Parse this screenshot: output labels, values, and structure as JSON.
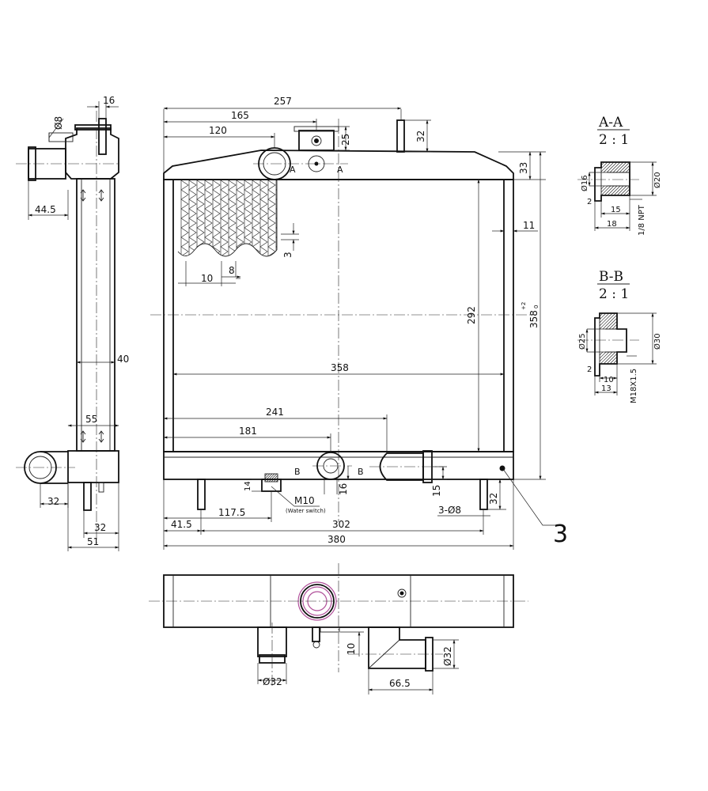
{
  "sections": {
    "aa": {
      "title": "A-A",
      "scale": "2 : 1",
      "d1": "Ø16",
      "d2": "Ø20",
      "w1": "15",
      "w2": "18",
      "thread": "1/8 NPT",
      "wall": "2"
    },
    "bb": {
      "title": "B-B",
      "scale": "2 : 1",
      "d1": "Ø25",
      "d2": "Ø30",
      "w1": "10",
      "w2": "13",
      "thread": "M18X1.5",
      "wall": "2"
    }
  },
  "front": {
    "dim_257": "257",
    "dim_165": "165",
    "dim_120": "120",
    "dim_25": "25",
    "dim_32_top": "32",
    "dim_33": "33",
    "dim_11": "11",
    "dim_292": "292",
    "dim_358_h": "358",
    "tol_upper": "+2",
    "tol_lower": "0",
    "dim_358_w": "358",
    "dim_241": "241",
    "dim_181": "181",
    "dim_10": "10",
    "dim_8": "8",
    "dim_3": "3",
    "dim_14": "14",
    "dim_16": "16",
    "dim_15": "15",
    "dim_32_leg": "32",
    "dim_117_5": "117.5",
    "dim_41_5": "41.5",
    "dim_302": "302",
    "dim_380": "380",
    "holes": "3-Ø8",
    "m10": "M10",
    "water_switch": "(Water switch)",
    "cut_a": "A",
    "cut_b": "B",
    "callout": "3"
  },
  "side": {
    "dim_16": "16",
    "dim_d8": "Ø8",
    "dim_44_5": "44.5",
    "dim_40": "40",
    "dim_55": "55",
    "dim_32_a": "32",
    "dim_32_b": "32",
    "dim_51": "51"
  },
  "bottom": {
    "dim_d32_a": "Ø32",
    "dim_d32_b": "Ø32",
    "dim_10": "10",
    "dim_66_5": "66.5"
  }
}
